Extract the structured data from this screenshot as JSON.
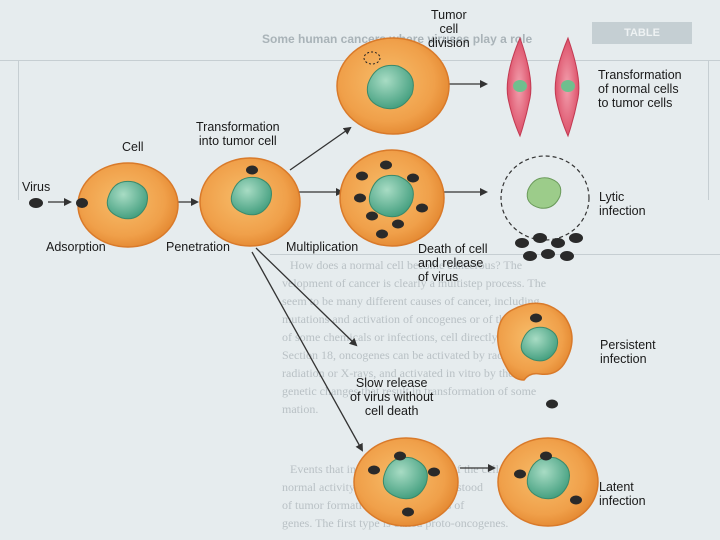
{
  "labels": {
    "tumor_cell_division": "Tumor\ncell\ndivision",
    "transformation_normal": "Transformation\nof normal cells\nto tumor cells",
    "cell": "Cell",
    "transformation_into_tumor": "Transformation\ninto tumor cell",
    "virus": "Virus",
    "lytic_infection": "Lytic\ninfection",
    "adsorption": "Adsorption",
    "penetration": "Penetration",
    "multiplication": "Multiplication",
    "death_release": "Death of cell\nand release\nof virus",
    "persistent_infection": "Persistent\ninfection",
    "slow_release": "Slow release\nof virus without\ncell death",
    "latent_infection": "Latent\ninfection"
  },
  "background_text": {
    "table_tag": "TABLE",
    "table_title": "Some human cancers where viruses play a role",
    "paragraph": [
      "How does a normal cell become cancerous? The",
      "velopment of cancer is clearly a multistep process. The",
      "seem to be many different causes of cancer, including",
      "mutations and activation of oncogenes or of the result",
      "of some chemicals or infections, cell directly. The",
      "Section 18, oncogenes can be activated by radiation,",
      "radiation or X-rays, and activated in vitro by the",
      "genetic changes that result in transformation of some",
      "mation.",
      "Events that influence the process of the cells",
      "normal activity ... are not well understood",
      "of tumor formation ... several types of",
      "genes. The first type is called proto-oncogenes."
    ]
  },
  "colors": {
    "cell_fill": "#f0a04a",
    "cell_edge": "#d97a2a",
    "nucleus": "#5fb89a",
    "virus": "#2a2a2a",
    "tumor_cell": "#e4506a",
    "arrow": "#333333"
  }
}
